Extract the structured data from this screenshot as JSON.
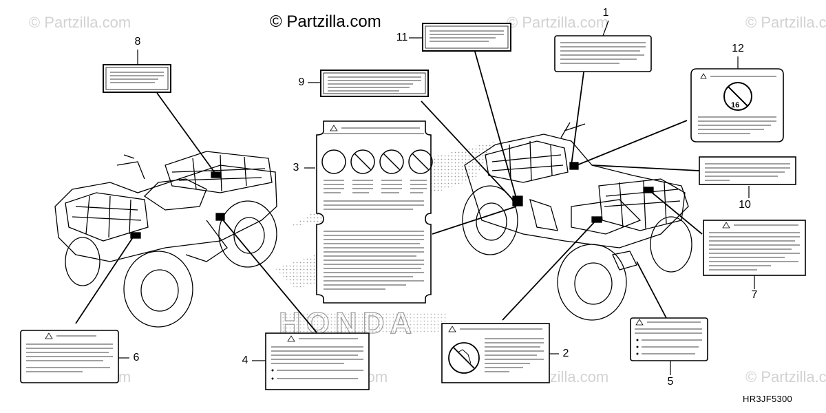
{
  "copyright": "© Partzilla.com",
  "watermark": "© Partzilla.com",
  "diagram_code": "HR3JF5300",
  "callouts": [
    "1",
    "2",
    "3",
    "4",
    "5",
    "6",
    "7",
    "8",
    "9",
    "10",
    "11",
    "12"
  ]
}
